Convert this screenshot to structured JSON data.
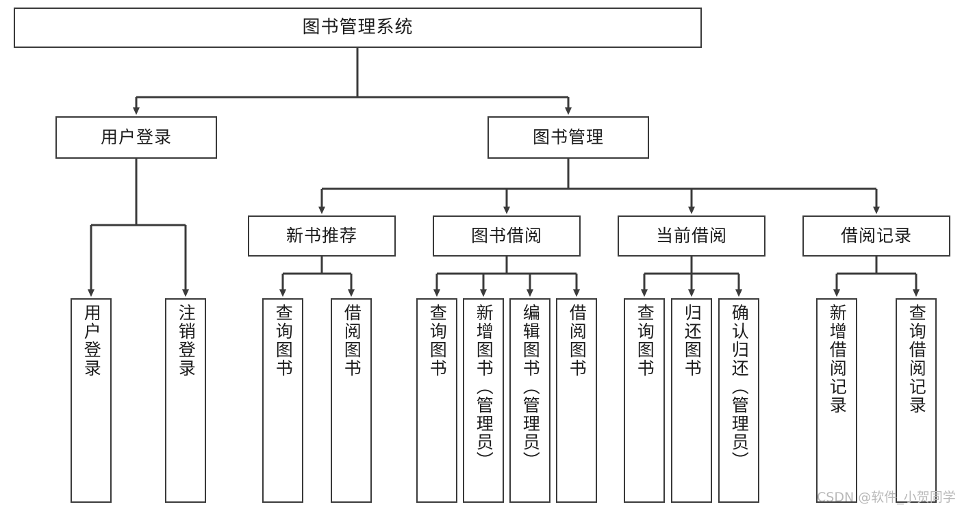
{
  "diagram": {
    "title": "图书管理系统",
    "type": "tree-hierarchy",
    "watermark": "CSDN @软件_小贺同学",
    "colors": {
      "stroke": "#3a3a3a",
      "fill": "#ffffff",
      "text": "#1d1d1d",
      "watermark": "#b9b9b9"
    }
  },
  "nodes": {
    "root": {
      "label": "图书管理系统"
    },
    "level2": [
      {
        "id": "user-login",
        "label": "用户登录"
      },
      {
        "id": "book-manage",
        "label": "图书管理"
      }
    ],
    "level3": [
      {
        "id": "new-book-recommend",
        "label": "新书推荐"
      },
      {
        "id": "book-borrow",
        "label": "图书借阅"
      },
      {
        "id": "current-borrow",
        "label": "当前借阅"
      },
      {
        "id": "borrow-record",
        "label": "借阅记录"
      }
    ],
    "leaves": {
      "user-login": [
        {
          "id": "leaf-user-login",
          "label": "用户登录"
        },
        {
          "id": "leaf-logout-login",
          "label": "注销登录"
        }
      ],
      "new-book-recommend": [
        {
          "id": "leaf-query-book-1",
          "label": "查询图书"
        },
        {
          "id": "leaf-borrow-book-1",
          "label": "借阅图书"
        }
      ],
      "book-borrow": [
        {
          "id": "leaf-query-book-2",
          "label": "查询图书"
        },
        {
          "id": "leaf-add-book",
          "label": "新增图书（管理员）"
        },
        {
          "id": "leaf-edit-book",
          "label": "编辑图书（管理员）"
        },
        {
          "id": "leaf-borrow-book-2",
          "label": "借阅图书"
        }
      ],
      "current-borrow": [
        {
          "id": "leaf-query-book-3",
          "label": "查询图书"
        },
        {
          "id": "leaf-return-book",
          "label": "归还图书"
        },
        {
          "id": "leaf-confirm-return",
          "label": "确认归还（管理员）"
        }
      ],
      "borrow-record": [
        {
          "id": "leaf-add-record",
          "label": "新增借阅记录"
        },
        {
          "id": "leaf-query-record",
          "label": "查询借阅记录"
        }
      ]
    }
  }
}
